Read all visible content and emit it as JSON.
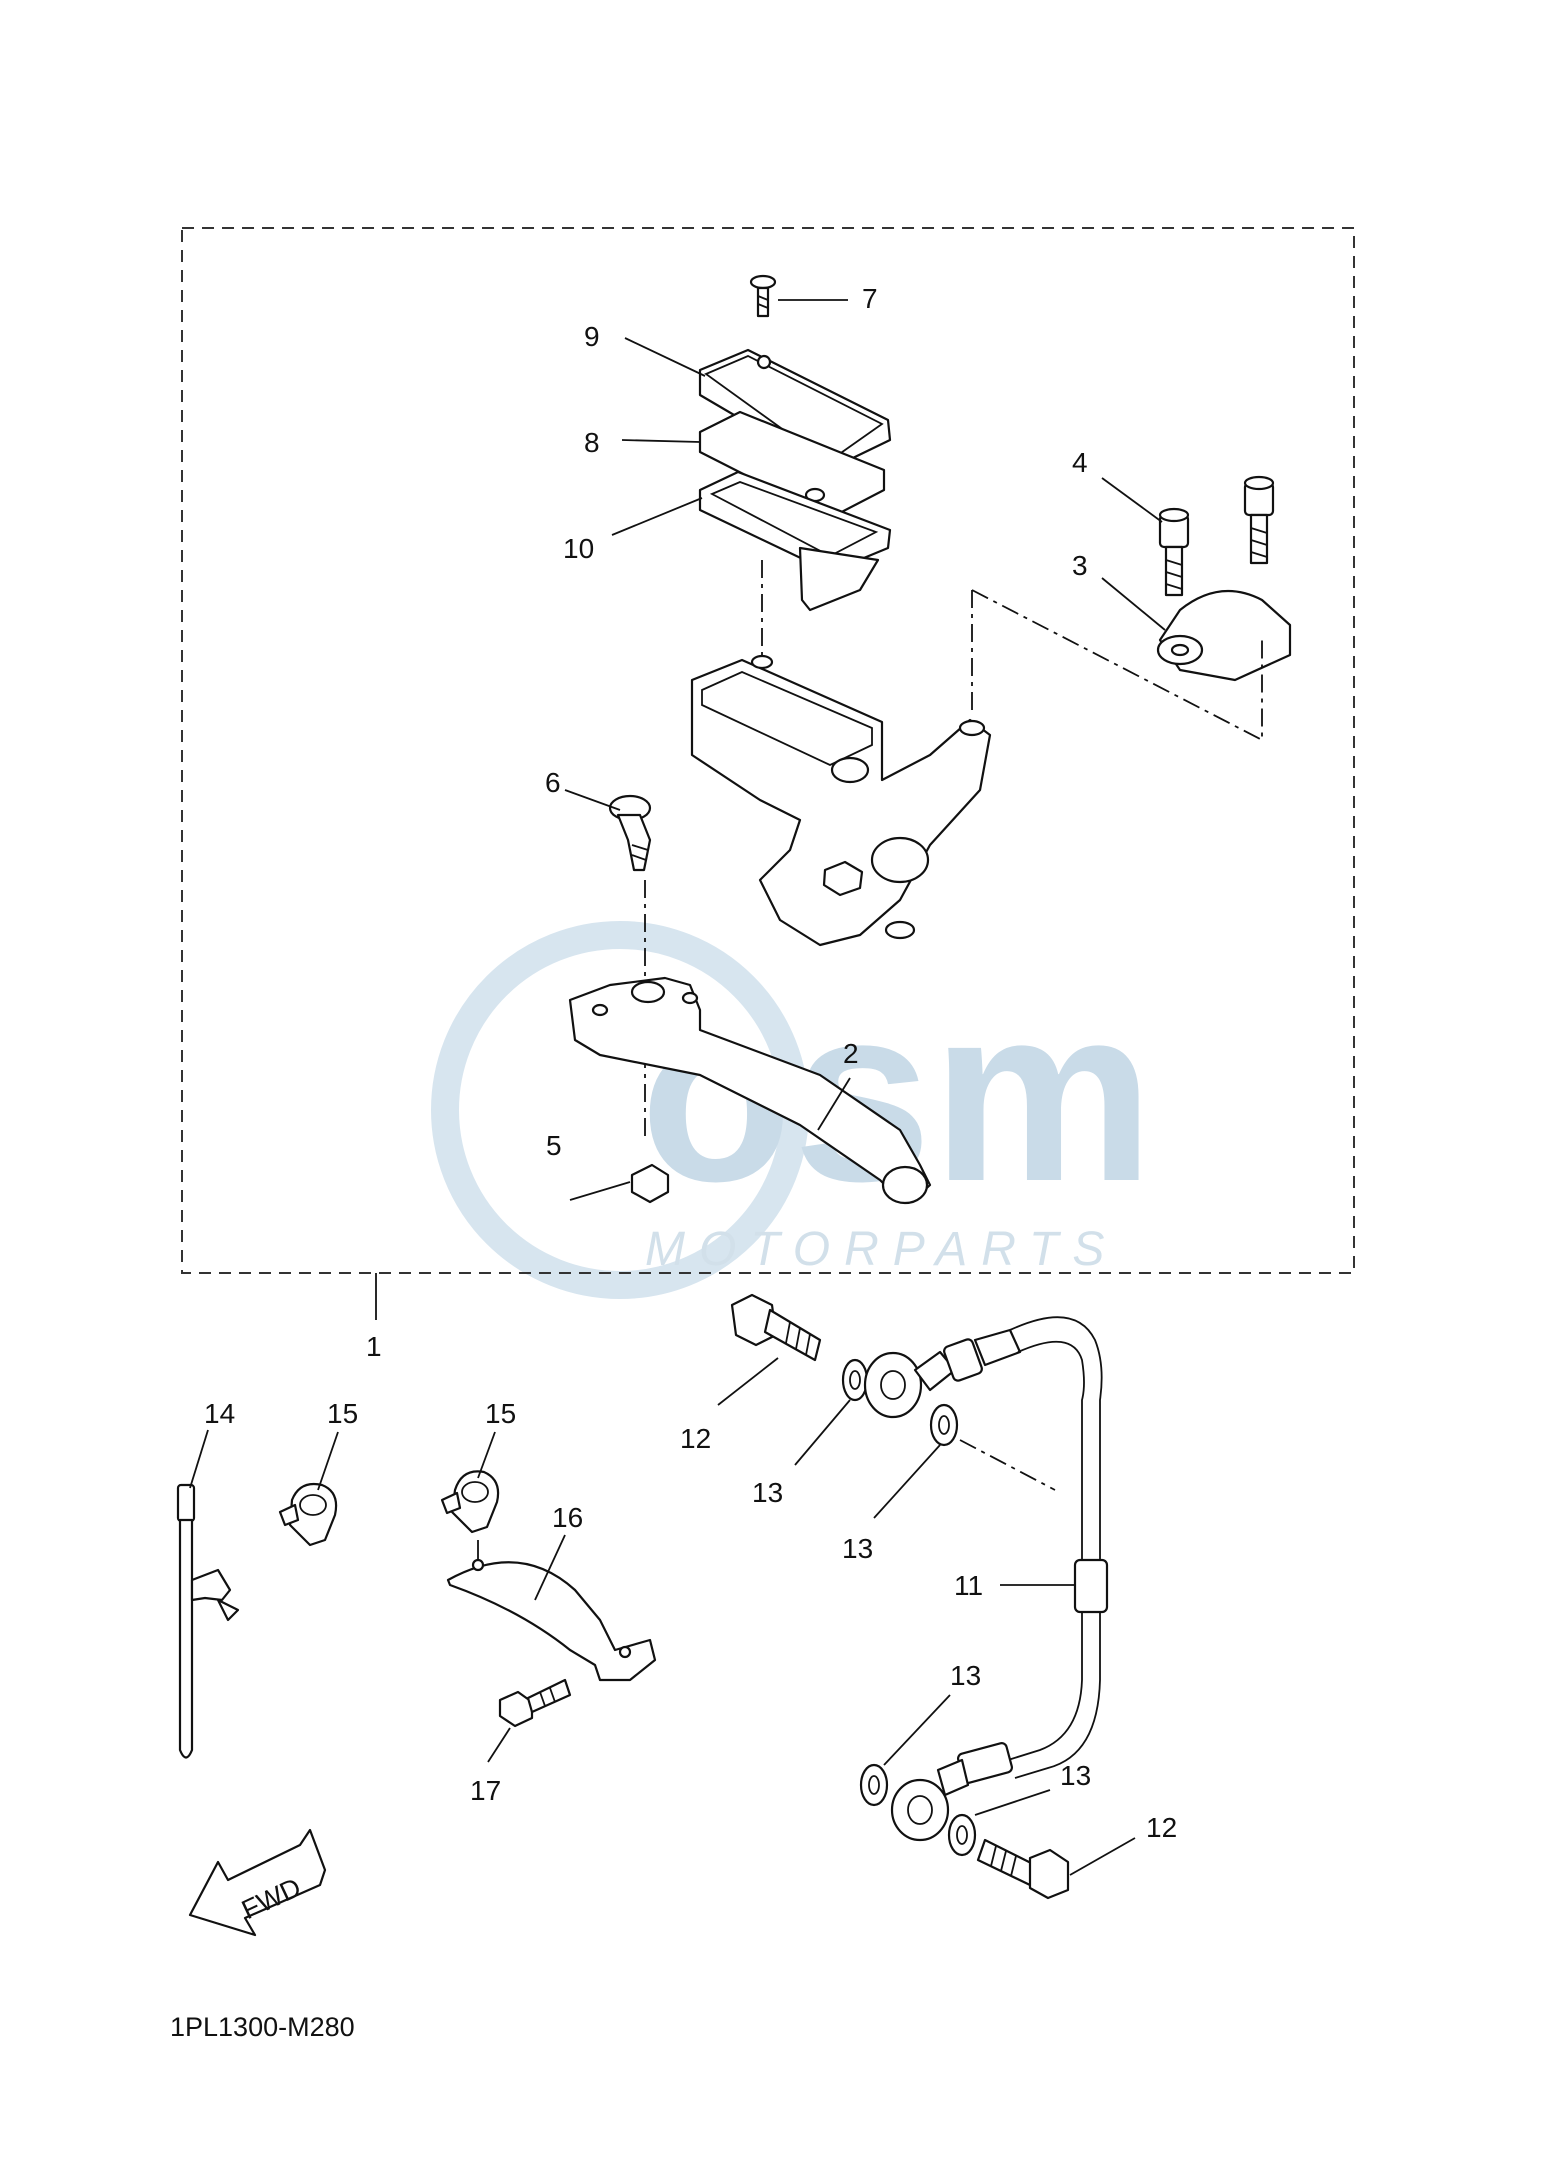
{
  "diagram_code": "1PL1300-M280",
  "watermark": {
    "brand": "osm",
    "subtitle": "MOTORPARTS"
  },
  "fwd_label": "FWD",
  "callouts": {
    "c1": "1",
    "c2": "2",
    "c3": "3",
    "c4": "4",
    "c5": "5",
    "c6": "6",
    "c7": "7",
    "c8": "8",
    "c9": "9",
    "c10": "10",
    "c11": "11",
    "c12a": "12",
    "c12b": "12",
    "c13a": "13",
    "c13b": "13",
    "c13c": "13",
    "c13d": "13",
    "c14": "14",
    "c15a": "15",
    "c15b": "15",
    "c16": "16",
    "c17": "17"
  }
}
